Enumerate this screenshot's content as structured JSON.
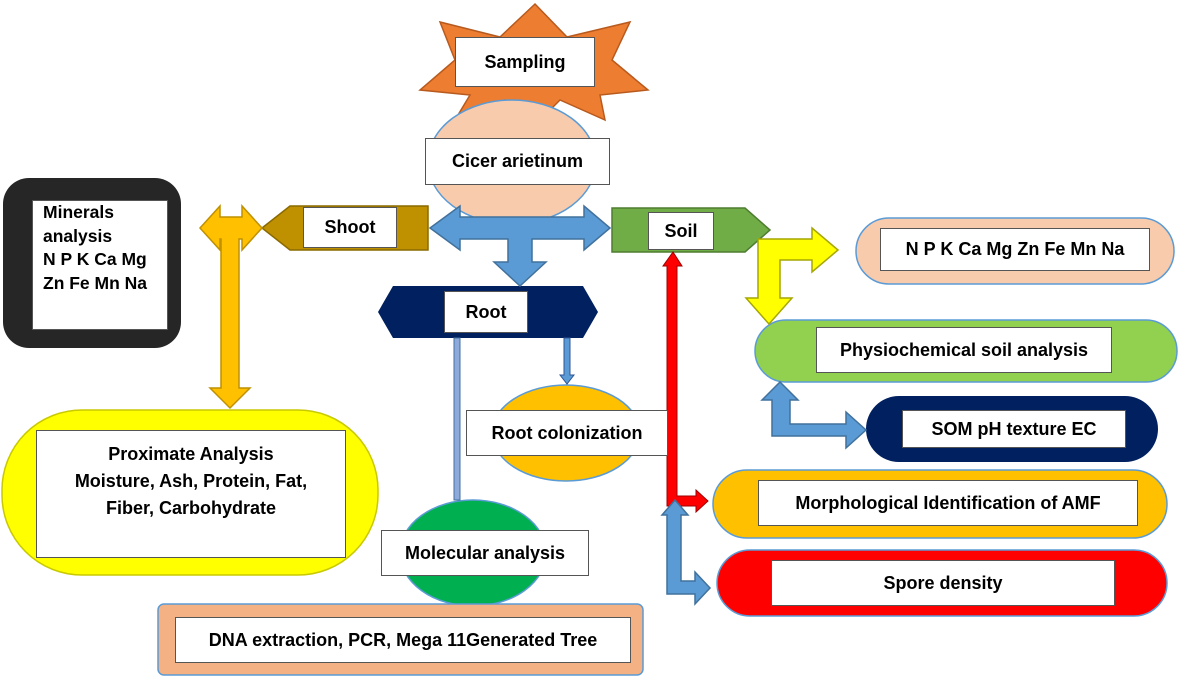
{
  "nodes": {
    "sampling": "Sampling",
    "cicer": "Cicer arietinum",
    "shoot": "Shoot",
    "soil": "Soil",
    "root": "Root",
    "minerals_line1": "Minerals",
    "minerals_line2": "analysis",
    "minerals_line3": "N P K Ca Mg",
    "minerals_line4": "Zn Fe Mn Na",
    "proximate_line1": "Proximate Analysis",
    "proximate_line2": "Moisture, Ash, Protein, Fat,",
    "proximate_line3": "Fiber, Carbohydrate",
    "root_colonization": "Root colonization",
    "molecular": "Molecular analysis",
    "dna": "DNA extraction, PCR, Mega 11Generated Tree",
    "soil_minerals": "N P K Ca Mg Zn Fe Mn Na",
    "physiochemical": "Physiochemical soil analysis",
    "som": "SOM pH texture EC",
    "morphological": "Morphological Identification of AMF",
    "spore": "Spore density"
  },
  "colors": {
    "sampling_star": "#ED7D31",
    "cicer_ellipse": "#F8CBAD",
    "shoot_arrow": "#BF9000",
    "soil_arrow": "#70AD47",
    "root_hexagon": "#002060",
    "minerals_panel": "#262626",
    "proximate_panel": "#FFFF00",
    "root_colonization_ellipse": "#FFC000",
    "molecular_ellipse": "#00B050",
    "dna_panel": "#F4B183",
    "soil_minerals_panel": "#F8CBAD",
    "physiochemical_panel": "#92D050",
    "som_panel": "#002060",
    "morphological_panel": "#FFC000",
    "spore_panel": "#FF0000",
    "blue_arrows": "#5B9BD5",
    "orange_arrow": "#FFC000",
    "yellow_arrow": "#FFFF00",
    "red_arrow": "#FF0000"
  }
}
